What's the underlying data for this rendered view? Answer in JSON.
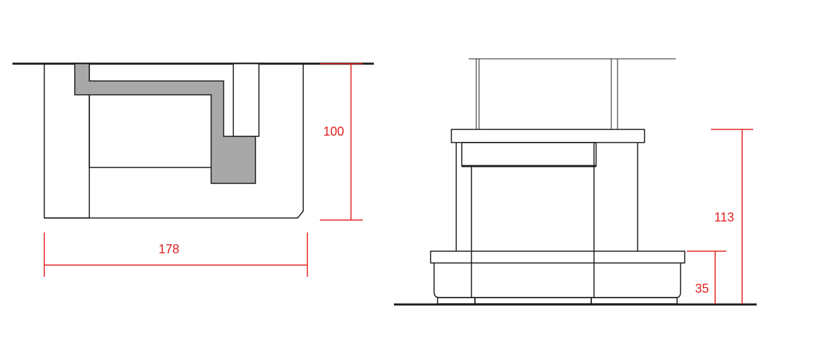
{
  "colors": {
    "outline": "#1a1a1a",
    "dimension": "#e0201e",
    "shaded_fill": "#a8a8a8",
    "background": "#ffffff"
  },
  "plan_view": {
    "width_label": "178",
    "depth_label": "100"
  },
  "elevation_view": {
    "total_height_label": "113",
    "base_height_label": "35"
  }
}
